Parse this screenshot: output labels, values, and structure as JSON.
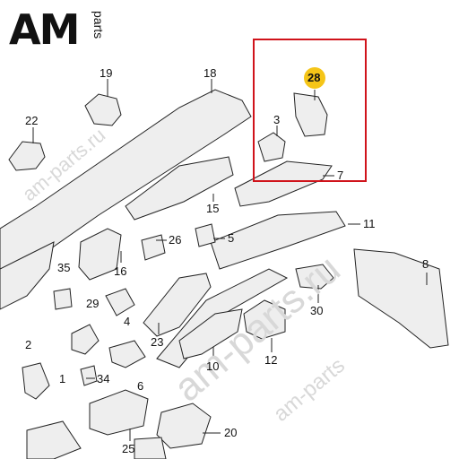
{
  "logo": {
    "main": "AM",
    "sub": "parts"
  },
  "watermarks": [
    "am-parts.ru",
    "am-parts.ru",
    "am-parts"
  ],
  "callouts": {
    "highlighted": "28",
    "labels": [
      "19",
      "18",
      "22",
      "3",
      "7",
      "11",
      "15",
      "26",
      "5",
      "35",
      "16",
      "8",
      "29",
      "4",
      "30",
      "23",
      "2",
      "1",
      "34",
      "6",
      "12",
      "10",
      "25",
      "20"
    ]
  },
  "colors": {
    "highlight_box": "#d0131b",
    "highlight_badge": "#f5c518",
    "part_fill": "#eeeeee",
    "part_stroke": "#222222"
  }
}
